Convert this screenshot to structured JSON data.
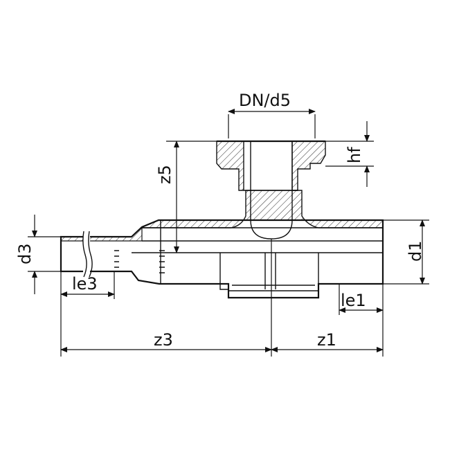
{
  "labels": {
    "dn_d5": "DN/d5",
    "hf": "hf",
    "z5": "z5",
    "d3": "d3",
    "d1": "d1",
    "le3": "le3",
    "le1": "le1",
    "z3": "z3",
    "z1": "z1"
  },
  "colors": {
    "line": "#111111",
    "background": "#ffffff"
  }
}
